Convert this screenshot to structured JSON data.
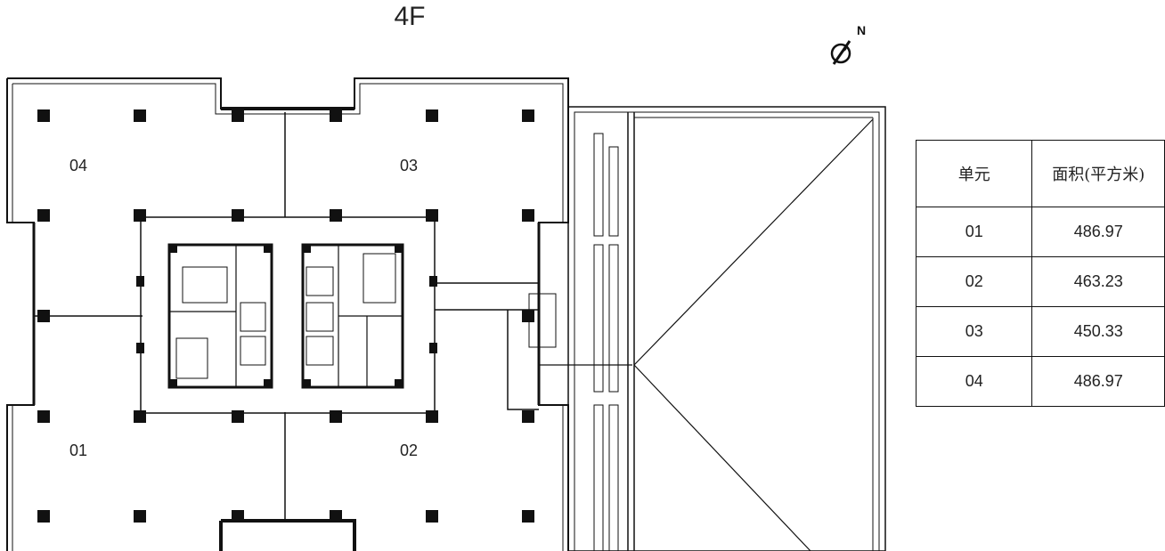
{
  "floor_title": "4F",
  "compass": {
    "label": "N",
    "icon": "north-arrow-icon"
  },
  "units": [
    {
      "id": "04"
    },
    {
      "id": "03"
    },
    {
      "id": "01"
    },
    {
      "id": "02"
    }
  ],
  "area_table": {
    "headers": [
      "单元",
      "面积(平方米)"
    ],
    "rows": [
      {
        "unit": "01",
        "area": "486.97"
      },
      {
        "unit": "02",
        "area": "463.23"
      },
      {
        "unit": "03",
        "area": "450.33"
      },
      {
        "unit": "04",
        "area": "486.97"
      }
    ]
  },
  "colors": {
    "line": "#111111",
    "background": "#ffffff"
  }
}
